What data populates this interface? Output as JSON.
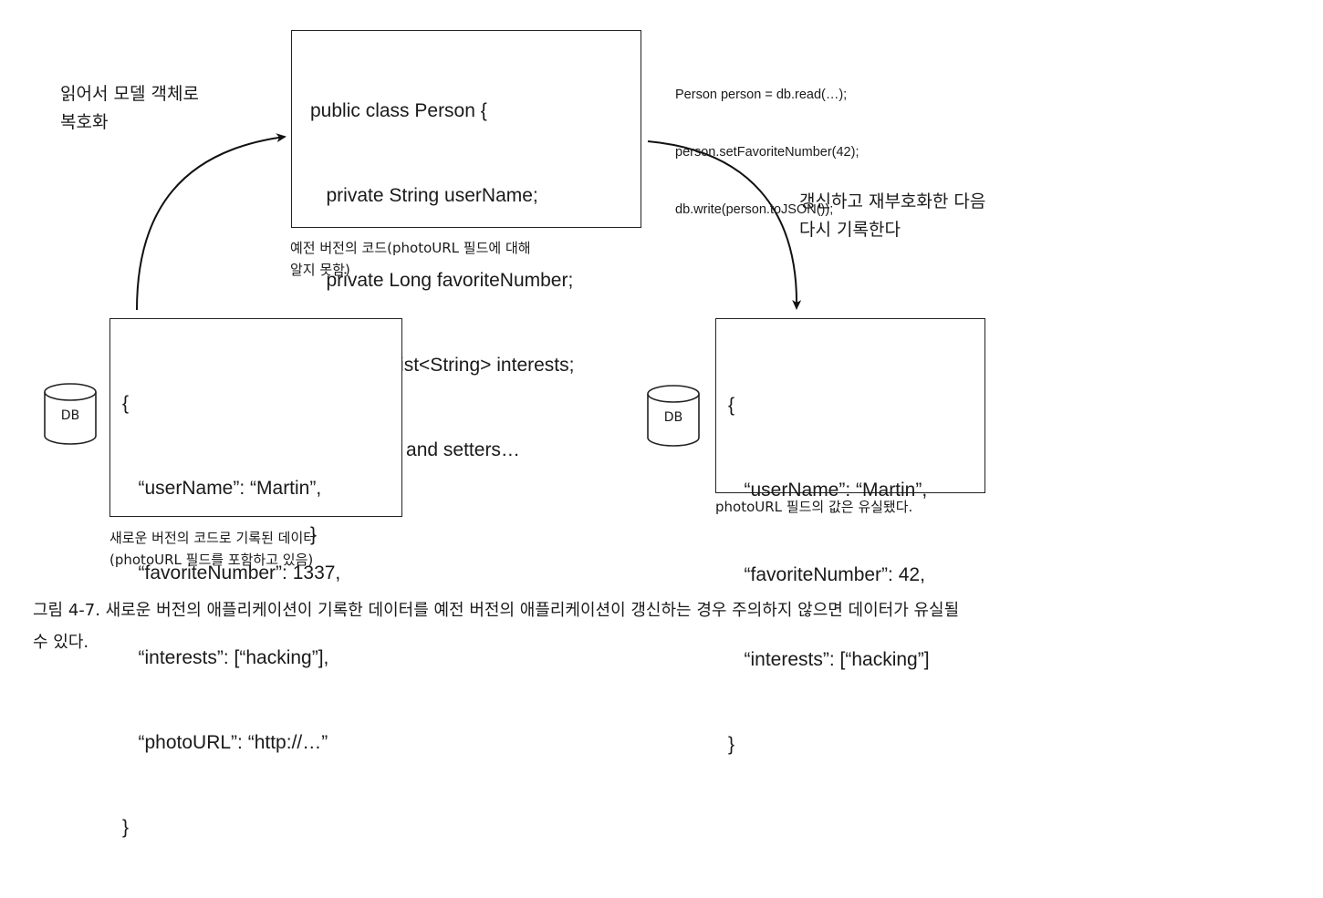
{
  "old_code_box": {
    "lines": [
      "public class Person {",
      "   private String userName;",
      "   private Long favoriteNumber;",
      "   private List<String> interests;",
      "   // getters and setters…",
      "}"
    ],
    "caption_lines": [
      "예전 버전의 코드(photoURL 필드에 대해",
      "알지 못함)"
    ]
  },
  "update_snippet": {
    "lines": [
      "Person person = db.read(…);",
      "person.setFavoriteNumber(42);",
      "db.write(person.toJSON());"
    ]
  },
  "decode_label": {
    "lines": [
      "읽어서 모델 객체로",
      "복호화"
    ]
  },
  "reencode_label": {
    "lines": [
      "갱신하고 재부호화한 다음",
      "다시 기록한다"
    ]
  },
  "new_data_box": {
    "lines": [
      "{",
      "   “userName”: “Martin”,",
      "   “favoriteNumber”: 1337,",
      "   “interests”: [“hacking”],",
      "   “photoURL”: “http://…”",
      "}"
    ],
    "caption_lines": [
      "새로운 버전의 코드로 기록된 데이터",
      "(photoURL 필드를 포함하고 있음)"
    ]
  },
  "result_data_box": {
    "lines": [
      "{",
      "   “userName”: “Martin”,",
      "   “favoriteNumber”: 42,",
      "   “interests”: [“hacking”]",
      "}"
    ],
    "caption": "photoURL 필드의 값은 유실됐다."
  },
  "db_left": {
    "label": "DB"
  },
  "db_right": {
    "label": "DB"
  },
  "figure_caption": {
    "lines": [
      "그림 4-7. 새로운 버전의 애플리케이션이 기록한 데이터를 예전 버전의 애플리케이션이 갱신하는 경우 주의하지 않으면 데이터가 유실될",
      "수 있다."
    ]
  }
}
